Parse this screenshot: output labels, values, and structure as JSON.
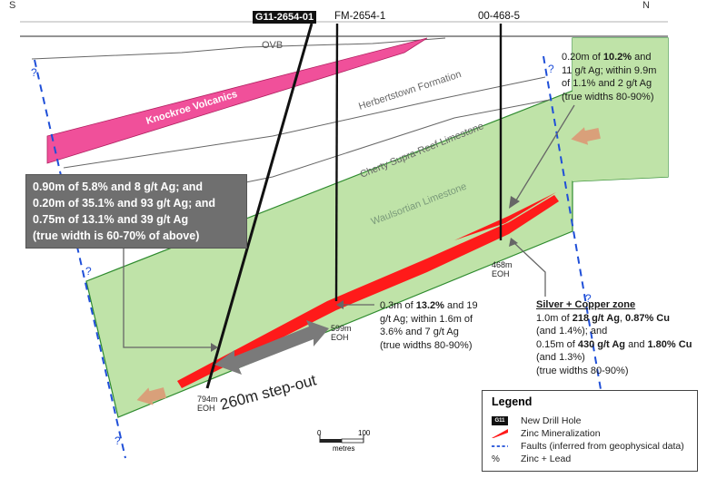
{
  "directions": {
    "south": "S",
    "north": "N"
  },
  "drill_holes": [
    {
      "name": "G11-2654-01",
      "is_new": true,
      "eoh_depth": "794m",
      "eoh_label": "EOH"
    },
    {
      "name": "FM-2654-1",
      "is_new": false,
      "eoh_depth": "599m",
      "eoh_label": "EOH"
    },
    {
      "name": "00-468-5",
      "is_new": false,
      "eoh_depth": "468m",
      "eoh_label": "EOH"
    }
  ],
  "formations": {
    "ovb": "OVB",
    "volcanics": "Knockroe Volcanics",
    "herbertstown": "Herbertstown Formation",
    "cherty": "Cherty Supra-Reef Limestone",
    "waulsortian": "Waulsortian Limestone"
  },
  "fault_marker": "?",
  "step_out": "260m step-out",
  "intercepts": {
    "g11": {
      "lines": [
        "0.90m of 5.8% and 8 g/t Ag; and",
        "0.20m of 35.1% and 93 g/t Ag; and",
        "0.75m of 13.1% and 39 g/t Ag",
        "(true width is 60-70% of above)"
      ]
    },
    "fm": {
      "l1_pre": "0.3m of ",
      "l1_bold": "13.2%",
      "l1_post": " and 19",
      "l2": "g/t Ag; within 1.6m of",
      "l3": "3.6% and 7 g/t Ag",
      "l4": "(true widths 80-90%)"
    },
    "hole468": {
      "l1_pre": "0.20m of ",
      "l1_bold": "10.2%",
      "l1_post": " and",
      "l2": "11 g/t Ag; within 9.9m",
      "l3": "of 1.1% and 2 g/t Ag",
      "l4": "(true widths 80-90%)"
    },
    "silver_copper": {
      "title": "Silver + Copper zone",
      "l1_pre": "1.0m of ",
      "l1_bold1": "218 g/t Ag",
      "l1_mid": ",  ",
      "l1_bold2": "0.87% Cu",
      "l2": "(and 1.4%); and",
      "l3_pre": "0.15m of ",
      "l3_bold1": "430 g/t Ag",
      "l3_mid": " and ",
      "l3_bold2": "1.80% Cu",
      "l4": "(and 1.3%)",
      "l5": "(true widths 80-90%)"
    }
  },
  "legend": {
    "title": "Legend",
    "items": [
      {
        "swatch_text": "G11",
        "label": "New Drill Hole"
      },
      {
        "label": "Zinc Mineralization"
      },
      {
        "label": "Faults (inferred from geophysical data)"
      },
      {
        "swatch_text": "%",
        "label": "Zinc + Lead"
      }
    ]
  },
  "scale": {
    "start": "0",
    "end": "100",
    "unit": "metres"
  },
  "colors": {
    "waulsortian": "#bfe3a8",
    "waulsortian_line": "#2e8b2e",
    "volcanics": "#f0509a",
    "zinc": "#ff1a1a",
    "fault": "#1f4fd8",
    "gray_box": "#6f6f6f",
    "arrow": "#d9a07a"
  }
}
